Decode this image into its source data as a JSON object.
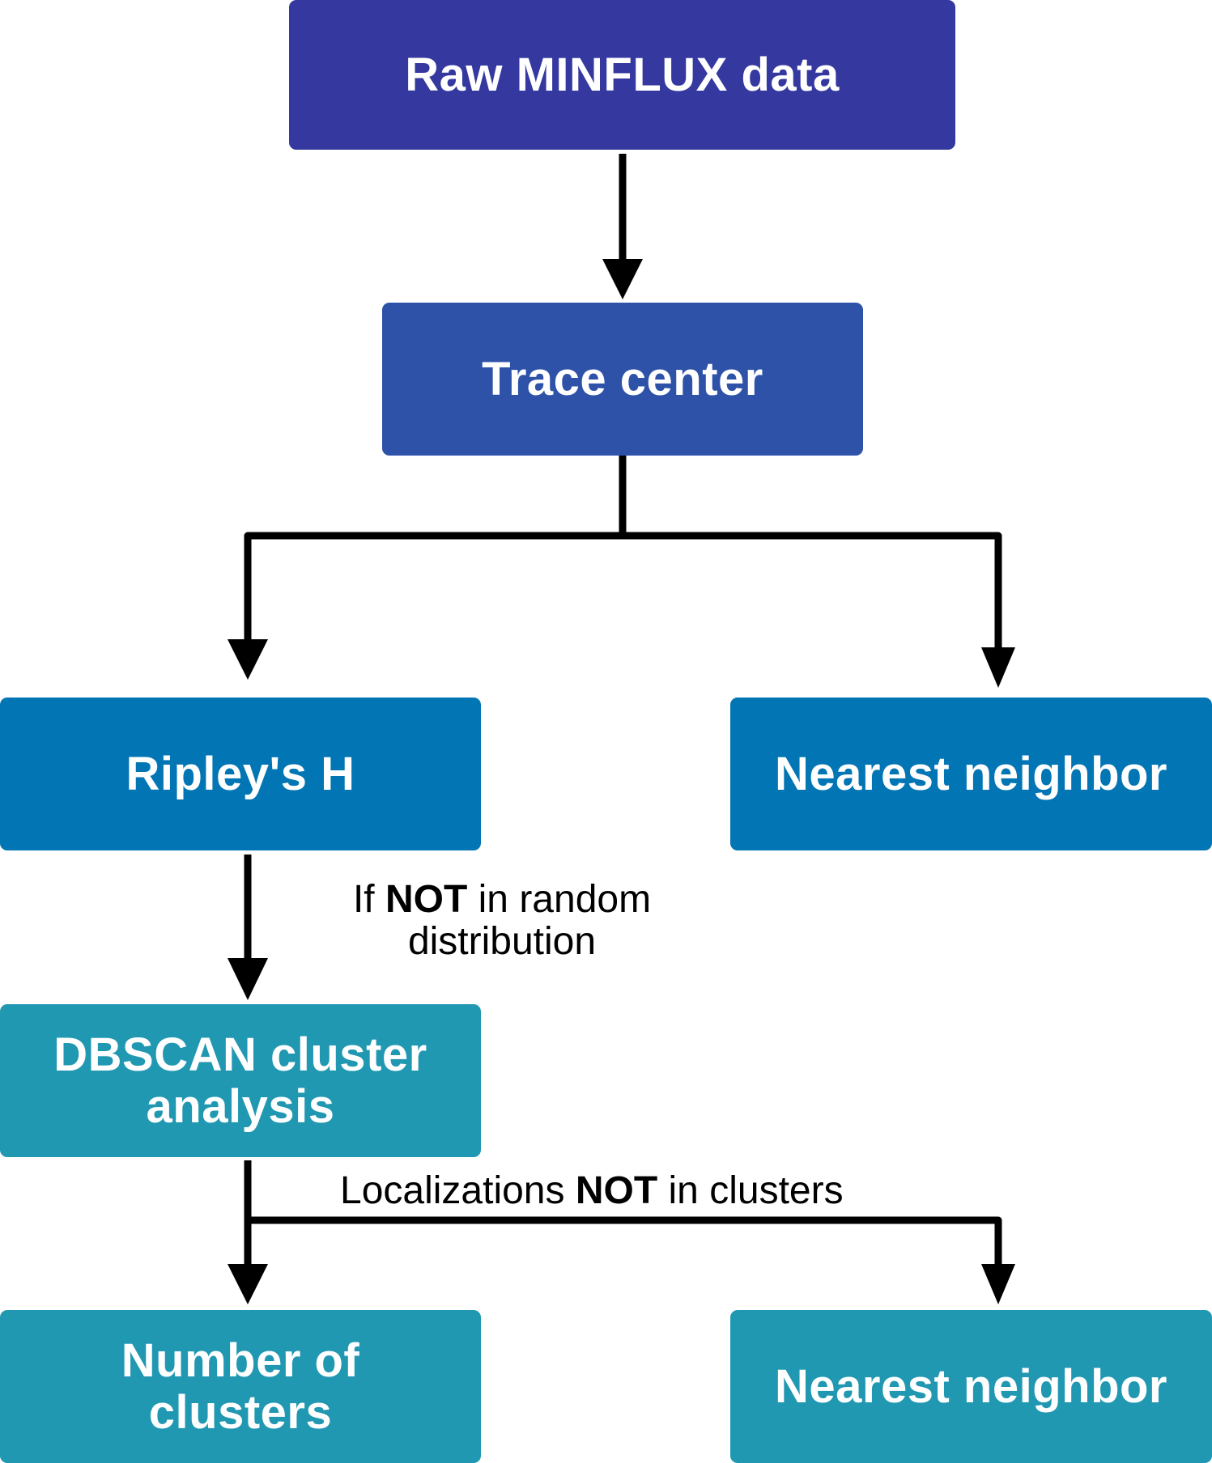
{
  "colors": {
    "level1": "#34389f",
    "level2": "#2d52a8",
    "level3": "#0275b4",
    "level4": "#2198b2",
    "edge": "#000000",
    "text_on_node": "#ffffff"
  },
  "nodes": {
    "raw": {
      "label": "Raw MINFLUX data"
    },
    "trace": {
      "label": "Trace center"
    },
    "ripley": {
      "label": "Ripley's H"
    },
    "nn_top": {
      "label": "Nearest neighbor"
    },
    "dbscan": {
      "line1": "DBSCAN cluster",
      "line2": "analysis"
    },
    "num_clusters": {
      "line1": "Number of",
      "line2": "clusters"
    },
    "nn_bottom": {
      "label": "Nearest neighbor"
    }
  },
  "edge_labels": {
    "not_random": {
      "prefix": "If ",
      "bold": "NOT",
      "suffix": " in random",
      "line2": "distribution"
    },
    "not_in_clusters": {
      "prefix": "Localizations ",
      "bold": "NOT",
      "suffix": " in clusters"
    }
  },
  "edges": [
    {
      "from": "raw",
      "to": "trace"
    },
    {
      "from": "trace",
      "to": "ripley"
    },
    {
      "from": "trace",
      "to": "nn_top"
    },
    {
      "from": "ripley",
      "to": "dbscan",
      "label": "not_random"
    },
    {
      "from": "dbscan",
      "to": "num_clusters"
    },
    {
      "from": "dbscan",
      "to": "nn_bottom",
      "label": "not_in_clusters"
    }
  ]
}
